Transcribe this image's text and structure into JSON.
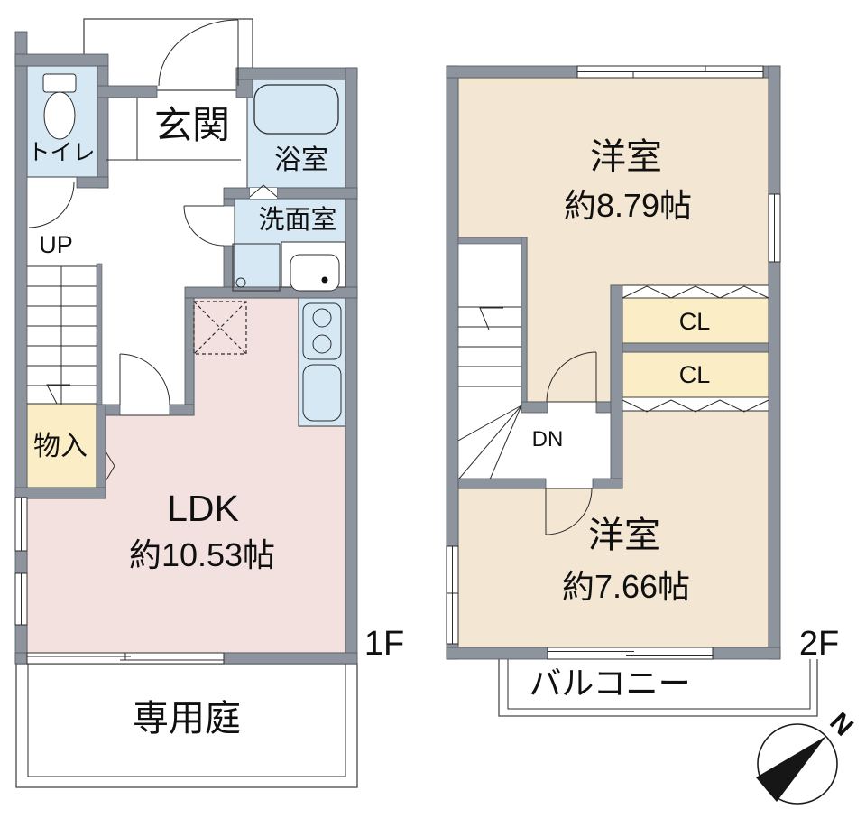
{
  "floor1": {
    "label": "1F",
    "toilet": "トイレ",
    "entrance": "玄関",
    "bath": "浴室",
    "washroom": "洗面室",
    "stairs_direction": "UP",
    "storage": "物入",
    "ldk_name": "LDK",
    "ldk_area": "約10.53帖",
    "garden": "専用庭"
  },
  "floor2": {
    "label": "2F",
    "bedroom1_name": "洋室",
    "bedroom1_area": "約8.79帖",
    "closet1": "CL",
    "closet2": "CL",
    "stairs_direction": "DN",
    "bedroom2_name": "洋室",
    "bedroom2_area": "約7.66帖",
    "balcony": "バルコニー"
  },
  "compass": {
    "north": "N"
  },
  "colors": {
    "wall": "#8d949d",
    "water_rooms": "#d7e8f5",
    "ldk": "#f3e1e0",
    "bedroom": "#f3e6d3",
    "closet": "#fbeec6",
    "line": "#2b2b2b"
  }
}
